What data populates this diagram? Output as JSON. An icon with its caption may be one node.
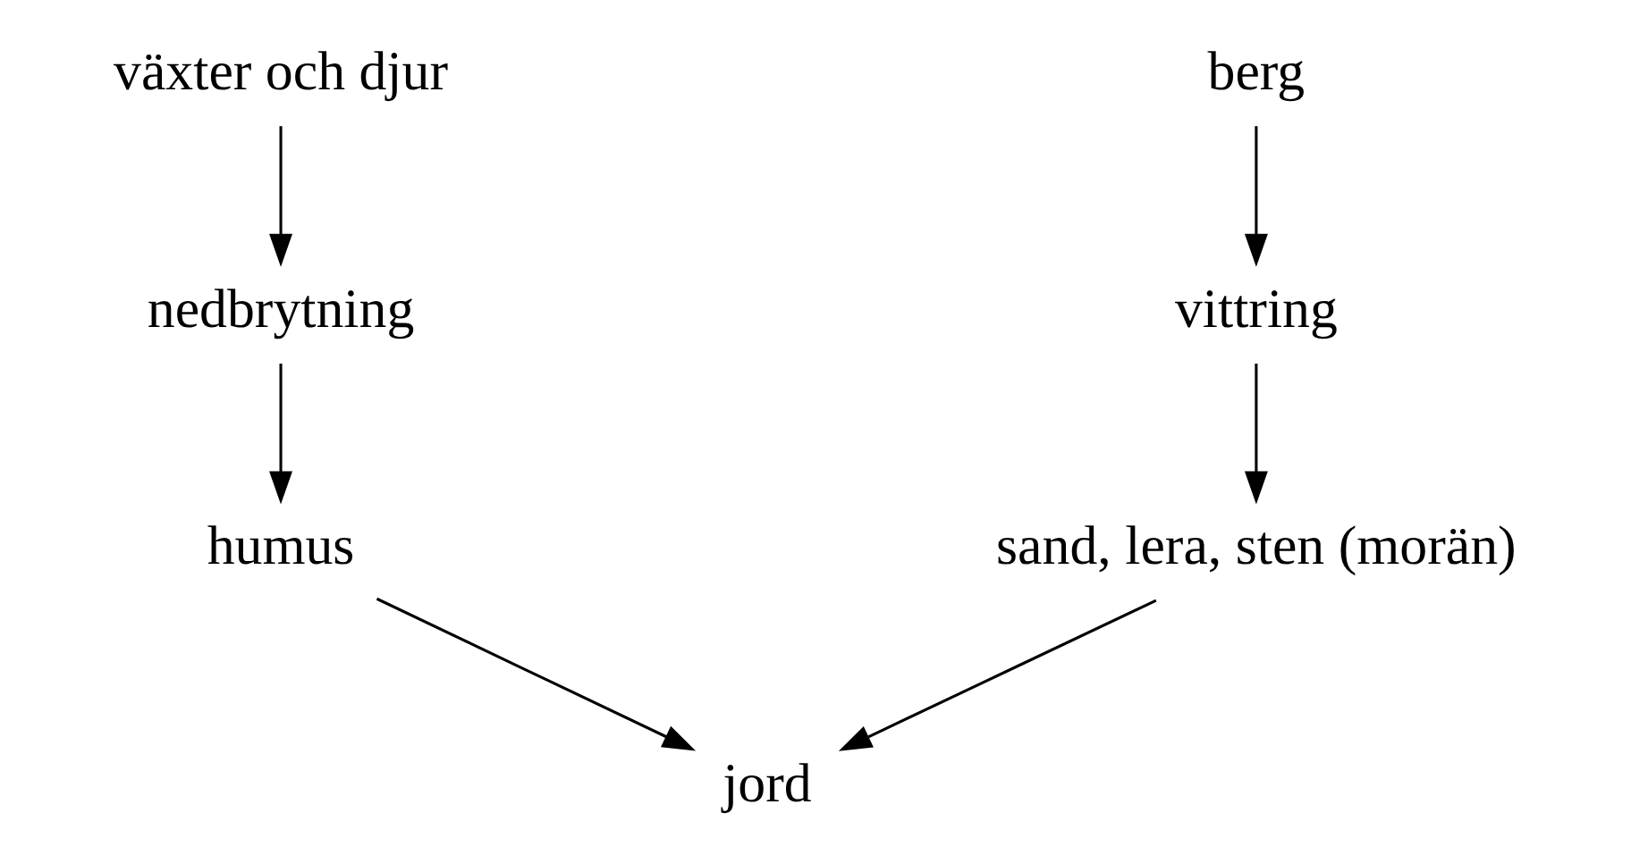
{
  "diagram": {
    "nodes": [
      {
        "text": [
          "växter och djur"
        ]
      },
      {
        "text": [
          "nedbrytning"
        ]
      },
      {
        "text": [
          "humus"
        ]
      },
      {
        "text": [
          "berg"
        ]
      },
      {
        "text": [
          "vittring"
        ]
      },
      {
        "text": [
          "sand, lera, sten (morän)"
        ]
      },
      {
        "text": [
          "jord"
        ]
      }
    ],
    "edges": [
      {
        "from": 0,
        "to": 1,
        "arrow": "to"
      },
      {
        "from": 1,
        "to": 2,
        "arrow": "to"
      },
      {
        "from": 3,
        "to": 4,
        "arrow": "to"
      },
      {
        "from": 4,
        "to": 5,
        "arrow": "to"
      },
      {
        "from": 2,
        "to": 6,
        "arrow": "to"
      },
      {
        "from": 5,
        "to": 6,
        "arrow": "to"
      }
    ]
  }
}
